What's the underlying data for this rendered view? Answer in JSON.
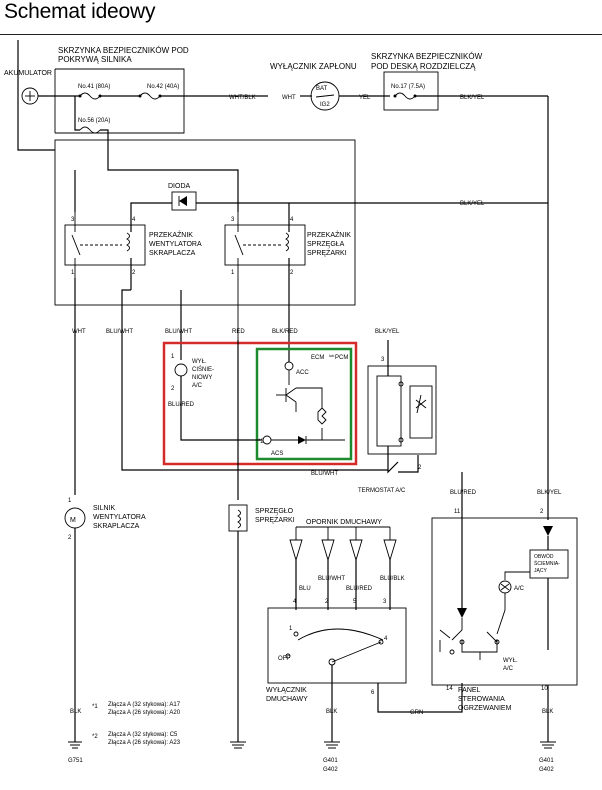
{
  "title": "Schemat ideowy",
  "labels": {
    "fuse_box_engine": [
      "SKRZYNKA BEZPIECZNIKÓW POD",
      "POKRYWĄ SILNIKA"
    ],
    "ignition_switch": "WYŁĄCZNIK ZAPŁONU",
    "fuse_box_dash": [
      "SKRZYNKA BEZPIECZNIKÓW",
      "POD DESKĄ ROZDZIELCZĄ"
    ],
    "battery": "AKUMULATOR",
    "fuse41": "No.41 (80A)",
    "fuse42": "No.42 (40A)",
    "fuse56": "No.56 (20A)",
    "fuse17": "No.17 (7.5A)",
    "wht_blk": "WHT/BLK",
    "wht": "WHT",
    "bat": "BAT",
    "ig2": "IG2",
    "yel": "YEL",
    "blk_yel": "BLK/YEL",
    "diode": "DIODA",
    "relay_fan": [
      "PRZEKAŹNIK",
      "WENTYLATORA",
      "SKRAPLACZA"
    ],
    "relay_clutch": [
      "PRZEKAŹNIK",
      "SPRZĘGŁA",
      "SPRĘŻARKI"
    ],
    "blu_wht": "BLU/WHT",
    "red": "RED",
    "blk_red": "BLK/RED",
    "pressure_switch": [
      "WYŁ.",
      "CIŚNIE-",
      "NIOWY",
      "A/C"
    ],
    "blu_red": "BLU/RED",
    "ecm": "ECM",
    "lub": "lub",
    "pcm": "PCM",
    "acc": "ACC",
    "acs": "ACS",
    "thermostat": "TERMOSTAT A/C",
    "fan_motor": [
      "SILNIK",
      "WENTYLATORA",
      "SKRAPLACZA"
    ],
    "clutch": [
      "SPRZĘGŁO",
      "SPRĘŻARKI"
    ],
    "blower_resistor": "OPORNIK DMUCHAWY",
    "blu": "BLU",
    "blu_blk": "BLU/BLK",
    "off": "OFF",
    "blower_switch": [
      "WYŁĄCZNIK",
      "DMUCHAWY"
    ],
    "grn": "GRN",
    "panel": [
      "PANEL",
      "STEROWANIA",
      "OGRZEWANIEM"
    ],
    "ac": "A/C",
    "wyl": "WYŁ.",
    "circuit": [
      "OBWÓD",
      "ŚCIEMNIA-",
      "JĄCY"
    ],
    "blk": "BLK",
    "m": "M",
    "notes": [
      {
        "mark": "*1",
        "lines": [
          "Złącza A (32 stykowa): A17",
          "Złącza A (26 stykowa): A20"
        ]
      },
      {
        "mark": "*2",
        "lines": [
          "Złącza A (32 stykowa): C5",
          "Złącza A (26 stykowa): A23"
        ]
      }
    ],
    "g751": "G751",
    "g401": "G401",
    "g402": "G402",
    "pins": {
      "p1": "1",
      "p2": "2",
      "p3": "3",
      "p4": "4",
      "p5": "5",
      "p6": "6",
      "p10": "10",
      "p11": "11",
      "p14": "14",
      "x1": "*1",
      "x2": "*2"
    }
  },
  "colors": {
    "red_highlight": "#d42a2a",
    "green_highlight": "#1e8a2e",
    "wire": "#000000"
  }
}
